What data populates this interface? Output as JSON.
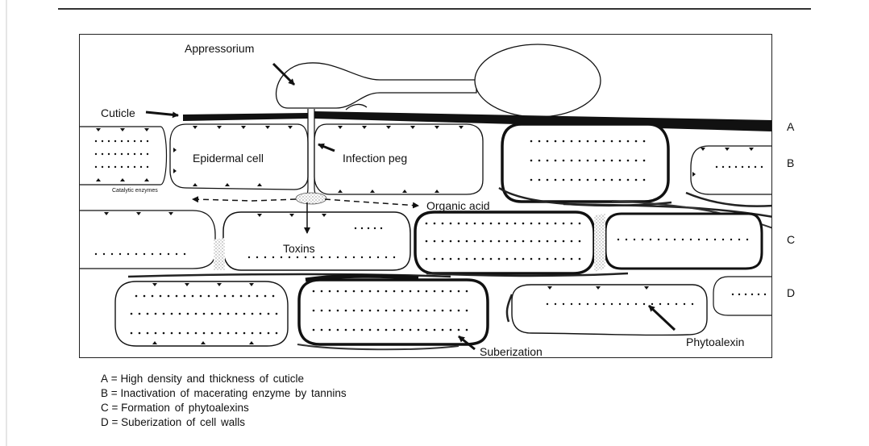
{
  "diagram": {
    "labels": {
      "appressorium": "Appressorium",
      "cuticle": "Cuticle",
      "epidermal_cell": "Epidermal cell",
      "infection_peg": "Infection peg",
      "catalytic_enzymes": "Catalytic enzymes",
      "organic_acid": "Organic acid",
      "toxins": "Toxins",
      "suberization": "Suberization",
      "phytoalexin": "Phytoalexin"
    },
    "side_letters": [
      "A",
      "B",
      "C",
      "D"
    ]
  },
  "legend": [
    {
      "key": "A",
      "sep": "=",
      "text": "High density and thickness of cuticle"
    },
    {
      "key": "B",
      "sep": "=",
      "text": "Inactivation of macerating enzyme by tannins"
    },
    {
      "key": "C",
      "sep": "=",
      "text": "Formation of phytoalexins"
    },
    {
      "key": "D",
      "sep": "=",
      "text": "Suberization of cell walls"
    }
  ]
}
